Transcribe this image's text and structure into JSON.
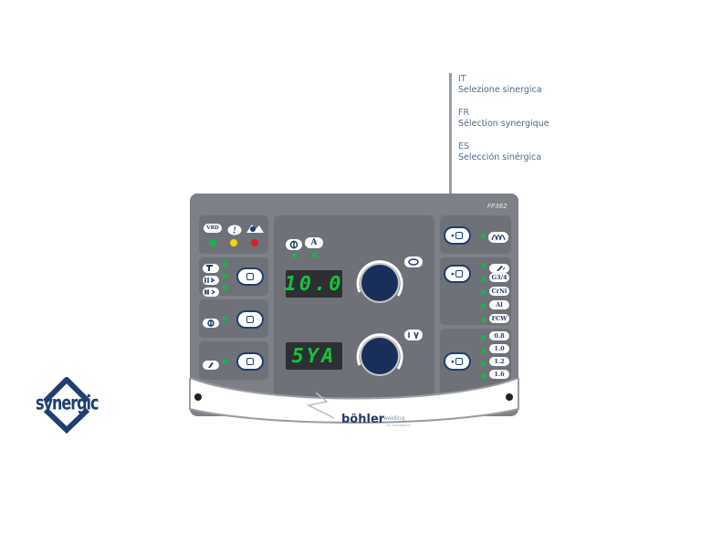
{
  "callout": {
    "it_code": "IT",
    "it_text": "Selezione sinergica",
    "fr_code": "FR",
    "fr_text": "Sélection synergique",
    "es_code": "ES",
    "es_text": "Selección sinérgica"
  },
  "panel": {
    "model": "FP362",
    "status_labels": {
      "vrd": "VRD"
    },
    "meter_labels": {
      "current_icon": "wire-speed-icon",
      "amp": "A"
    },
    "display_top": "10.0",
    "display_bottom": "5YA",
    "materials": [
      "G3/4",
      "CrNi",
      "Al",
      "FCW"
    ],
    "wire_sizes": [
      "0.8",
      "1.0",
      "1.2",
      "1.6"
    ],
    "colors": {
      "led_green": "#19b34a",
      "led_yellow": "#f2d700",
      "led_red": "#e02020",
      "panel": "#7d8086",
      "accent": "#1e3f6e"
    }
  },
  "brand": {
    "name": "böhler",
    "sub": "welding",
    "sub2": "by voestalpine"
  },
  "logo": {
    "word": "synergic"
  }
}
